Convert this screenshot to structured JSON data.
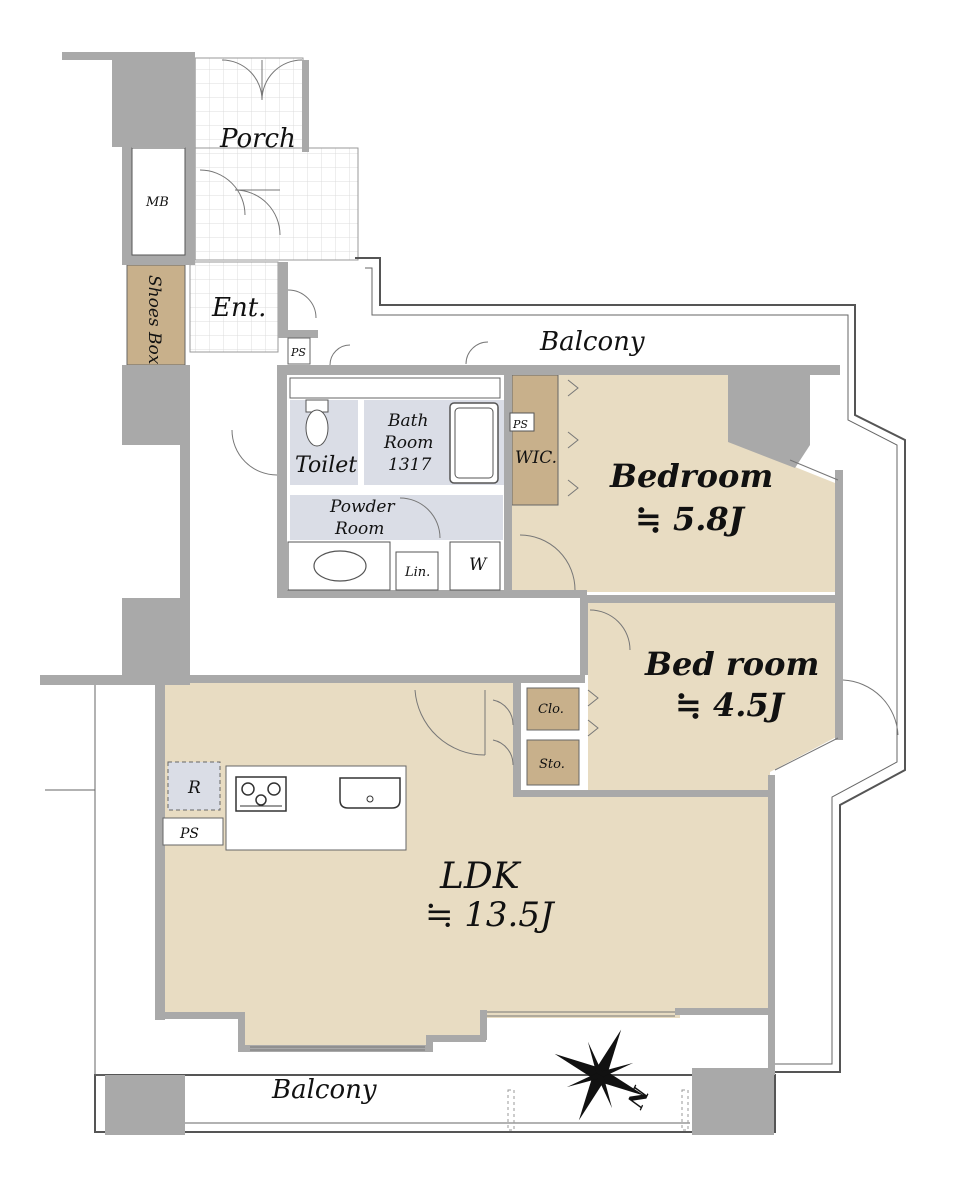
{
  "rooms": {
    "porch": "Porch",
    "mb": "MB",
    "shoes_box": "Shoes Box",
    "entrance": "Ent.",
    "ps_upper": "PS",
    "balcony_top": "Balcony",
    "toilet": "Toilet",
    "bath_line1": "Bath",
    "bath_line2": "Room",
    "bath_line3": "1317",
    "ps_bath": "PS",
    "wic": "WIC.",
    "powder_line1": "Powder",
    "powder_line2": "Room",
    "linen": "Lin.",
    "washer": "W",
    "bedroom1_name": "Bedroom",
    "bedroom1_size": "≒ 5.8J",
    "bedroom2_name": "Bed room",
    "bedroom2_size": "≒ 4.5J",
    "closet": "Clo.",
    "storage": "Sto.",
    "fridge": "R",
    "ps_kitchen": "PS",
    "ldk_name": "LDK",
    "ldk_size": "≒ 13.5J",
    "balcony_bottom": "Balcony",
    "compass_letter": "N"
  },
  "colors": {
    "room_fill": "#e8dcc2",
    "storage_fill": "#c8b08b",
    "wet_fill": "#dadde6",
    "wall": "#a9a9a9"
  }
}
